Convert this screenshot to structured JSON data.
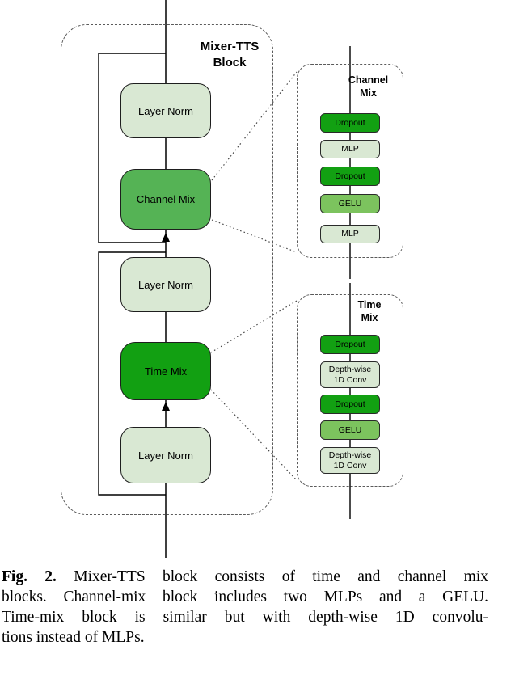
{
  "diagram": {
    "main_block": {
      "title": "Mixer-TTS Block",
      "blocks": [
        {
          "label": "Layer Norm",
          "type": "light"
        },
        {
          "label": "Channel Mix",
          "type": "medium"
        },
        {
          "label": "Layer Norm",
          "type": "light"
        },
        {
          "label": "Time Mix",
          "type": "dark"
        },
        {
          "label": "Layer Norm",
          "type": "light"
        }
      ]
    },
    "channel_mix_detail": {
      "title": "Channel Mix",
      "blocks": [
        {
          "label": "Dropout",
          "type": "dark"
        },
        {
          "label": "MLP",
          "type": "light"
        },
        {
          "label": "Dropout",
          "type": "dark"
        },
        {
          "label": "GELU",
          "type": "medium"
        },
        {
          "label": "MLP",
          "type": "light"
        }
      ]
    },
    "time_mix_detail": {
      "title": "Time Mix",
      "blocks": [
        {
          "label": "Dropout",
          "type": "dark"
        },
        {
          "label": "Depth-wise 1D Conv",
          "type": "light"
        },
        {
          "label": "Dropout",
          "type": "dark"
        },
        {
          "label": "GELU",
          "type": "medium"
        },
        {
          "label": "Depth-wise 1D Conv",
          "type": "light"
        }
      ]
    },
    "colors": {
      "light_green": "#d9e8d3",
      "medium_green": "#55b355",
      "gelu_green": "#7cc35e",
      "dark_green": "#12a012",
      "line": "#000000",
      "dashed_border": "#5a5a5a"
    }
  },
  "caption": {
    "fig_label": "Fig. 2.",
    "lines": [
      "Mixer-TTS block consists of time and channel mix",
      "blocks. Channel-mix block includes two MLPs and a GELU.",
      "Time-mix block is similar but with depth-wise 1D convolu-",
      "tions instead of MLPs."
    ]
  }
}
